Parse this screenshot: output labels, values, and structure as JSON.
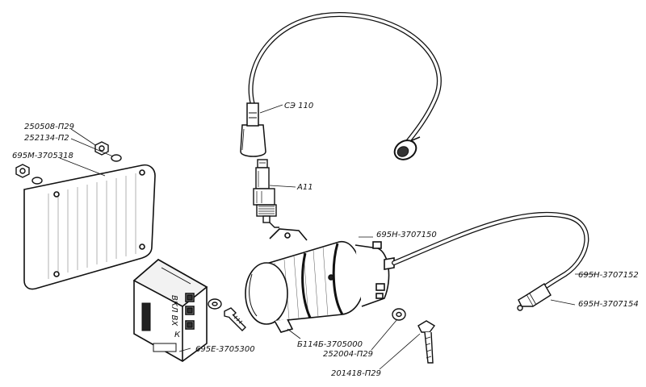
{
  "labels": {
    "cable": "СЭ 110",
    "spark_plug": "А11",
    "nut_top": "250508-П29",
    "washer_top": "252134-П2",
    "plate": "695М-3705318",
    "coil_bracket": "695Н-3707150",
    "cable_right": "695Н-3707152",
    "connector_right": "695Н-3707154",
    "coil": "Б114Б-3705000",
    "switch_box": "695Е-3705300",
    "washer_bottom": "252004-П29",
    "bolt_bottom": "201418-П29"
  },
  "switch_box_marks": {
    "text_main": "ВКЛ ВХ",
    "text_k": "К"
  },
  "colors": {
    "ink": "#111111",
    "paper": "#ffffff",
    "shade": "#555555"
  }
}
